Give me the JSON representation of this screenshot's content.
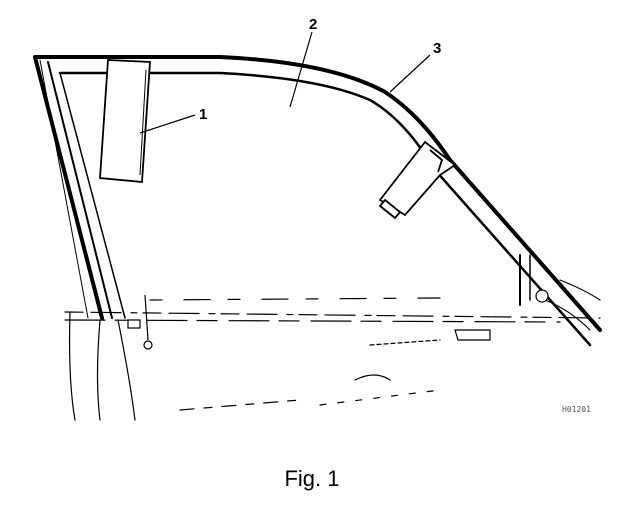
{
  "callouts": {
    "one": "1",
    "two": "2",
    "three": "3"
  },
  "reference_code": "H01201",
  "caption": "Fig. 1"
}
